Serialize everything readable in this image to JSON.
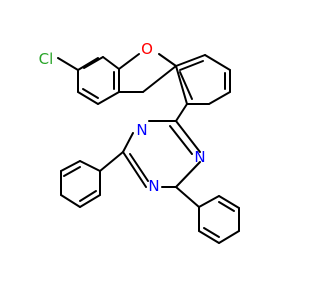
{
  "molecule": {
    "atom_labels": {
      "chlorine": "Cl",
      "oxygen": "O",
      "nitrogen": "N"
    },
    "colors": {
      "bond": "#000000",
      "chlorine": "#2aa52a",
      "oxygen": "#ff0000",
      "nitrogen": "#0000ff",
      "background": "#ffffff"
    }
  }
}
